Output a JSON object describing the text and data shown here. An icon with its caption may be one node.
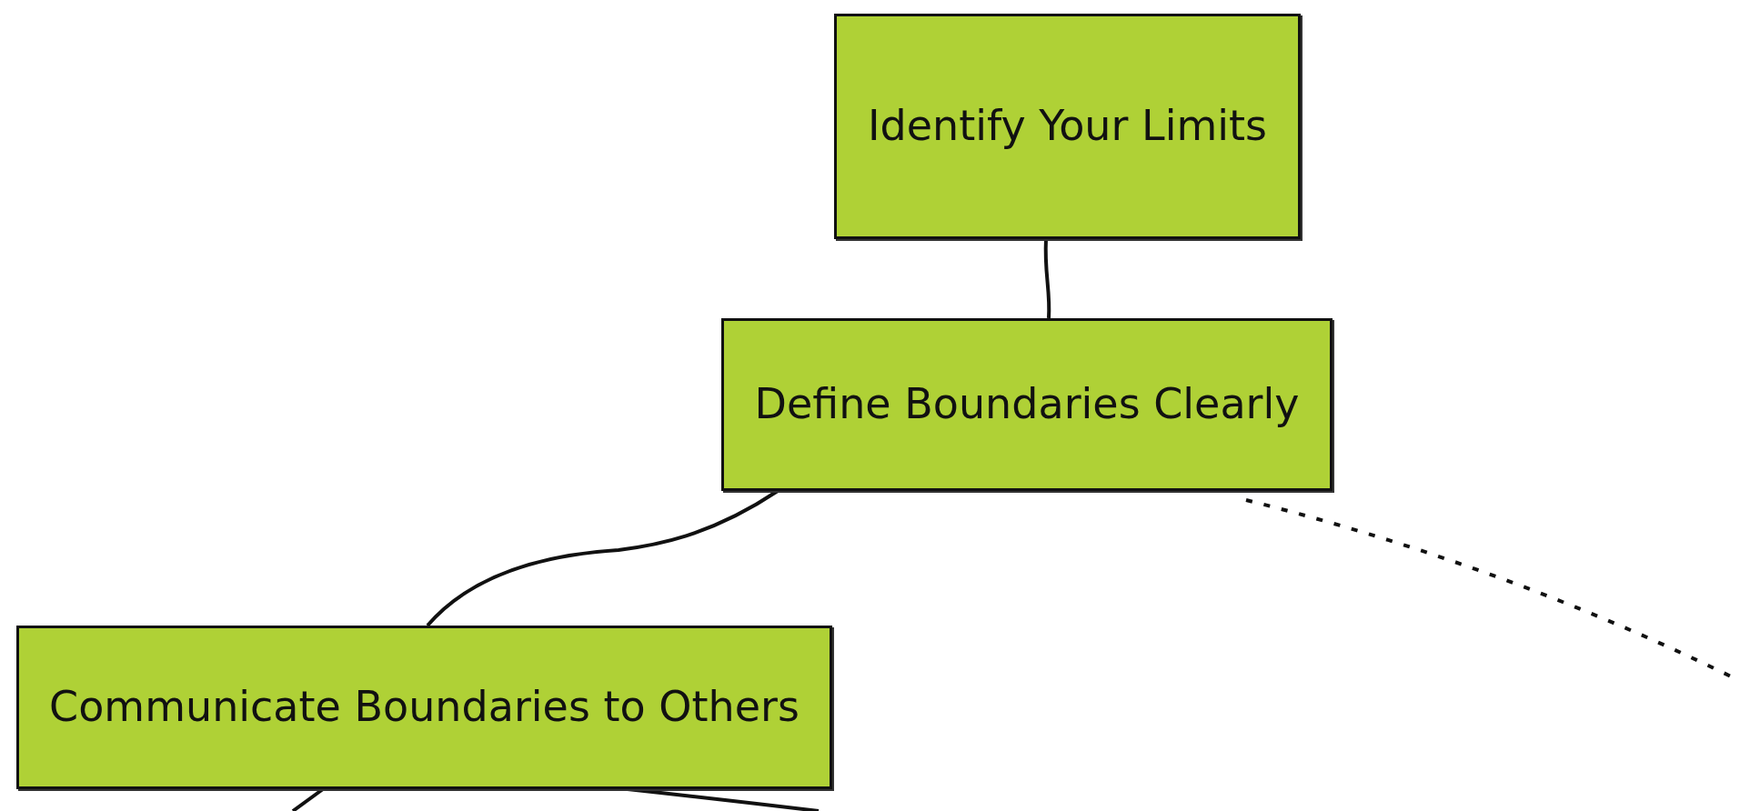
{
  "diagram": {
    "nodes": [
      {
        "text": [
          "Identify Your Limits"
        ]
      },
      {
        "text": [
          "Define Boundaries Clearly"
        ]
      },
      {
        "text": [
          "Communicate Boundaries to Others"
        ]
      }
    ],
    "edges": [
      {
        "from": 0,
        "to": 1,
        "arrow": "none"
      },
      {
        "from": 1,
        "to": 2,
        "arrow": "none"
      },
      {
        "from": 1,
        "to": null,
        "arrow": "none",
        "style": "dashed"
      },
      {
        "from": 2,
        "to": null,
        "arrow": "none"
      },
      {
        "from": 2,
        "to": null,
        "arrow": "none"
      }
    ]
  }
}
